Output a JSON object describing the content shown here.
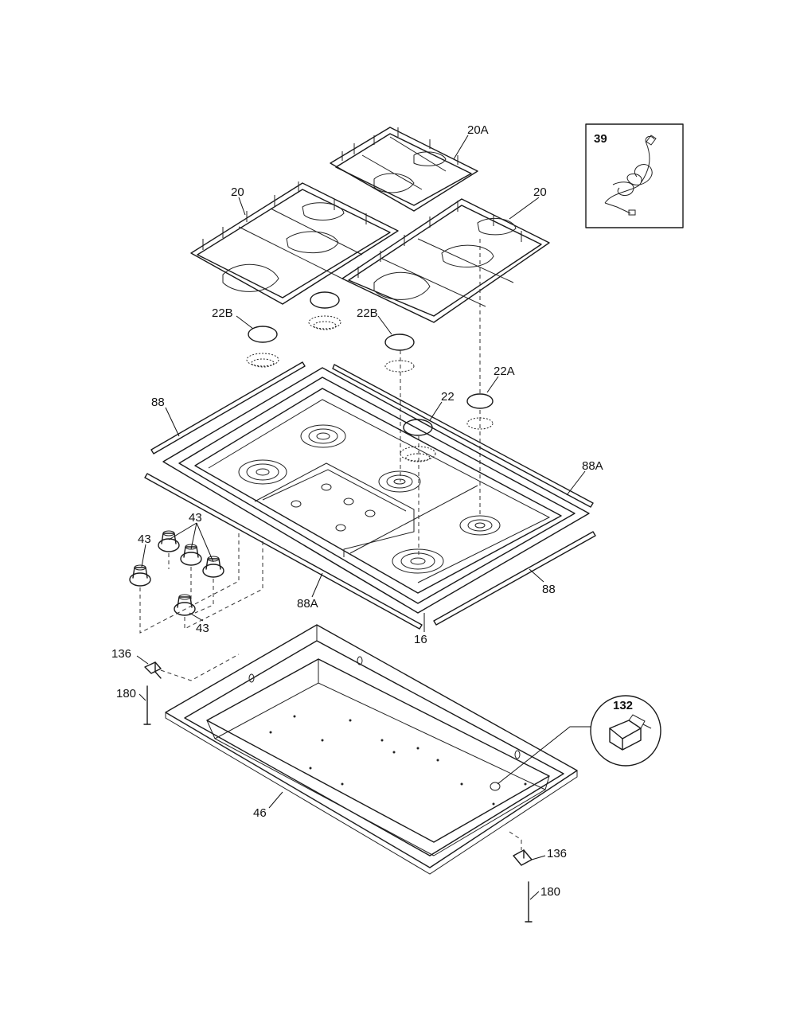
{
  "labels": {
    "grate_right_top": "20A",
    "grate_left": "20",
    "grate_right": "20",
    "cap_left": "22B",
    "cap_mid": "22B",
    "cap_right": "22A",
    "cap_center": "22",
    "trim_left": "88",
    "trim_right_back": "88A",
    "trim_right_front": "88",
    "trim_front": "88A",
    "cooktop": "16",
    "knobs_group": "43",
    "knob_left": "43",
    "knob_bottom": "43",
    "cord": "39",
    "bracket_left": "136",
    "screw_left": "180",
    "burner_box": "46",
    "connector": "132",
    "bracket_right": "136",
    "screw_right": "180"
  }
}
